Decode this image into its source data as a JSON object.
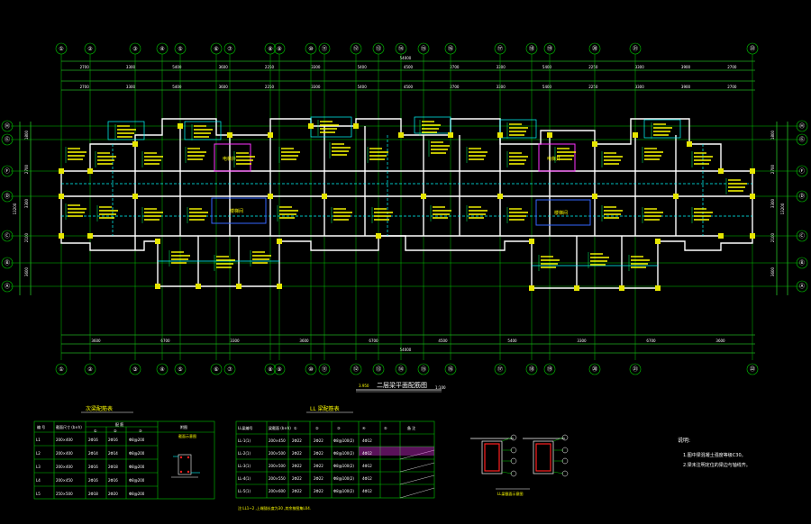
{
  "drawing": {
    "title": "二层梁平面配筋图",
    "scale": "1:100",
    "level": "3.950"
  },
  "axes": {
    "top": [
      "①",
      "②",
      "③",
      "④",
      "⑤",
      "⑥",
      "⑦",
      "⑧",
      "⑨",
      "⑩",
      "⑪",
      "⑫",
      "⑬",
      "⑭",
      "⑮",
      "⑯",
      "⑰",
      "⑱",
      "⑲",
      "⑳",
      "㉑",
      "㉒"
    ],
    "bottom": [
      "①",
      "②",
      "③",
      "④",
      "⑤",
      "⑥",
      "⑦",
      "⑧",
      "⑨",
      "⑩",
      "⑪",
      "⑫",
      "⑬",
      "⑭",
      "⑮",
      "⑯",
      "⑰",
      "⑱",
      "⑲",
      "⑳",
      "㉑",
      "㉒"
    ],
    "rows": [
      "Ⓗ",
      "Ⓖ",
      "Ⓕ",
      "Ⓓ",
      "Ⓒ",
      "Ⓑ",
      "Ⓐ"
    ]
  },
  "dimensions": {
    "overall": "54000",
    "top_row": [
      "2700",
      "3300",
      "5400",
      "3600",
      "2250",
      "3300",
      "5400",
      "4500",
      "2700",
      "3300",
      "5400",
      "2250",
      "3300",
      "3900",
      "2700"
    ],
    "bottom_row": [
      "3600",
      "6700",
      "3300",
      "3600",
      "6700",
      "4500",
      "5400",
      "3300",
      "6700",
      "3600"
    ],
    "left": [
      "1800",
      "2700",
      "3300",
      "2100",
      "3600"
    ],
    "left_total": "13200",
    "right_total": "13200"
  },
  "rooms": [
    {
      "label": "电梯井"
    },
    {
      "label": "楼梯间"
    },
    {
      "label": "电梯井"
    },
    {
      "label": "楼梯间"
    }
  ],
  "table1": {
    "title": "次梁配筋表",
    "headers": [
      "编 号",
      "截面尺寸 (b×h)",
      "配 筋",
      "",
      "",
      "附图"
    ],
    "sub_headers": [
      "①",
      "②",
      "③"
    ],
    "rows": [
      [
        "L1",
        "200×400",
        "2Φ16",
        "2Φ16",
        "Φ8@200"
      ],
      [
        "L2",
        "200×400",
        "2Φ14",
        "2Φ14",
        "Φ8@200"
      ],
      [
        "L3",
        "200×400",
        "2Φ16",
        "2Φ18",
        "Φ8@200"
      ],
      [
        "L4",
        "200×450",
        "2Φ16",
        "2Φ16",
        "Φ8@200"
      ],
      [
        "L5",
        "250×500",
        "2Φ18",
        "2Φ20",
        "Φ8@200"
      ]
    ],
    "figure_label": "截面示意图"
  },
  "table2": {
    "title": "LL 梁配筋表",
    "headers": [
      "LL梁编号",
      "梁截面 (b×h)",
      "①",
      "②",
      "③",
      "④",
      "⑤",
      "备 注"
    ],
    "rows": [
      [
        "LL-1(1)",
        "200×450",
        "2Φ22",
        "2Φ22",
        "Φ8@100(2)",
        "4Φ12",
        ""
      ],
      [
        "LL-2(1)",
        "200×500",
        "2Φ22",
        "2Φ22",
        "Φ8@100(2)",
        "4Φ12",
        ""
      ],
      [
        "LL-3(1)",
        "200×500",
        "2Φ22",
        "2Φ22",
        "Φ8@100(2)",
        "4Φ12",
        ""
      ],
      [
        "LL-4(1)",
        "200×550",
        "2Φ22",
        "2Φ22",
        "Φ8@100(2)",
        "4Φ12",
        ""
      ],
      [
        "LL-5(1)",
        "200×600",
        "2Φ22",
        "2Φ22",
        "Φ8@100(2)",
        "4Φ12",
        ""
      ]
    ],
    "note": "注:LL1~2 ,上端锚长度为30 ,其余按图集L04."
  },
  "section": {
    "label": "LL梁截面示意图"
  },
  "notes": {
    "title": "说明:",
    "items": [
      "1.图中梁混凝土强度等级C30。",
      "2.梁未注明定位的梁边与轴线齐。"
    ]
  },
  "colors": {
    "grid": "#00c800",
    "walls": "#ffffff",
    "dim": "#33ff33",
    "rebar_text": "#ffff00",
    "columns": "#e6e600",
    "red": "#ff2020",
    "cyan": "#00ffff",
    "blue": "#3366ff",
    "magenta": "#ff33ff"
  }
}
